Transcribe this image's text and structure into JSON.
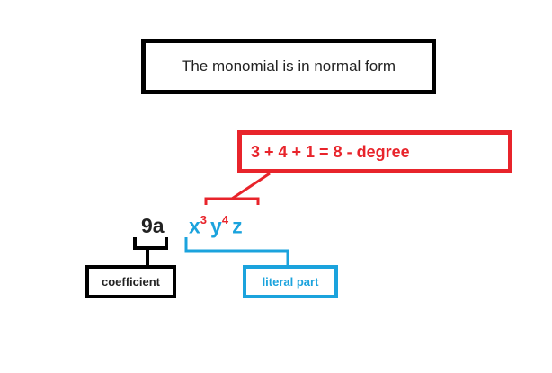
{
  "title": "The monomial is in normal form",
  "degree_equation": "3 + 4 + 1 = 8 - degree",
  "expression": {
    "coefficient": "9a",
    "literal": [
      {
        "base": "x",
        "exponent": "3"
      },
      {
        "base": "y",
        "exponent": "4"
      },
      {
        "base": "z",
        "exponent": ""
      }
    ]
  },
  "labels": {
    "coefficient": "coefficient",
    "literal_part": "literal part"
  },
  "colors": {
    "red": "#e8242b",
    "blue": "#1ba3dd",
    "black": "#000000"
  }
}
